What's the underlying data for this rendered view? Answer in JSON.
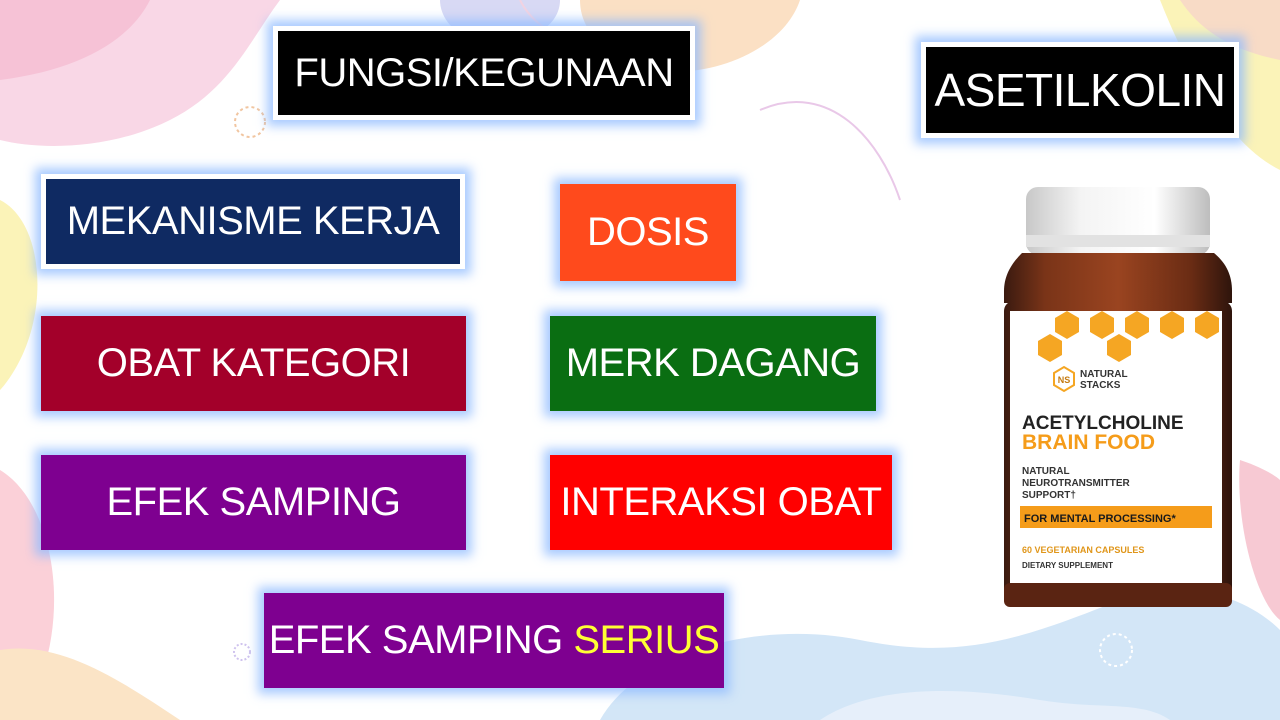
{
  "boxes": {
    "fungsi": "FUNGSI/KEGUNAAN",
    "asetilkolin": "ASETILKOLIN",
    "mekanisme": "MEKANISME KERJA",
    "dosis": "DOSIS",
    "obat_kategori": "OBAT KATEGORI",
    "merk_dagang": "MERK DAGANG",
    "efek_samping": "EFEK SAMPING",
    "interaksi_obat": "INTERAKSI OBAT",
    "efek_samping_serius_prefix": "EFEK SAMPING",
    "efek_samping_serius_highlight": "SERIUS"
  },
  "product": {
    "brand_badge": "NS",
    "brand_line1": "NATURAL",
    "brand_line2": "STACKS",
    "name_line1": "ACETYLCHOLINE",
    "name_line2": "BRAIN FOOD",
    "desc_line1": "NATURAL",
    "desc_line2": "NEUROTRANSMITTER",
    "desc_line3": "SUPPORT†",
    "banner": "FOR MENTAL PROCESSING*",
    "capsules": "60 VEGETARIAN CAPSULES",
    "supplement": "DIETARY SUPPLEMENT"
  },
  "colors": {
    "black": "#000000",
    "navy": "#0f2a62",
    "orange": "#ff4a1c",
    "crimson": "#a3002a",
    "green": "#0a6e12",
    "purple": "#7e0090",
    "red": "#ff0000",
    "highlight": "#ffff33",
    "label_orange": "#f59c1a"
  }
}
